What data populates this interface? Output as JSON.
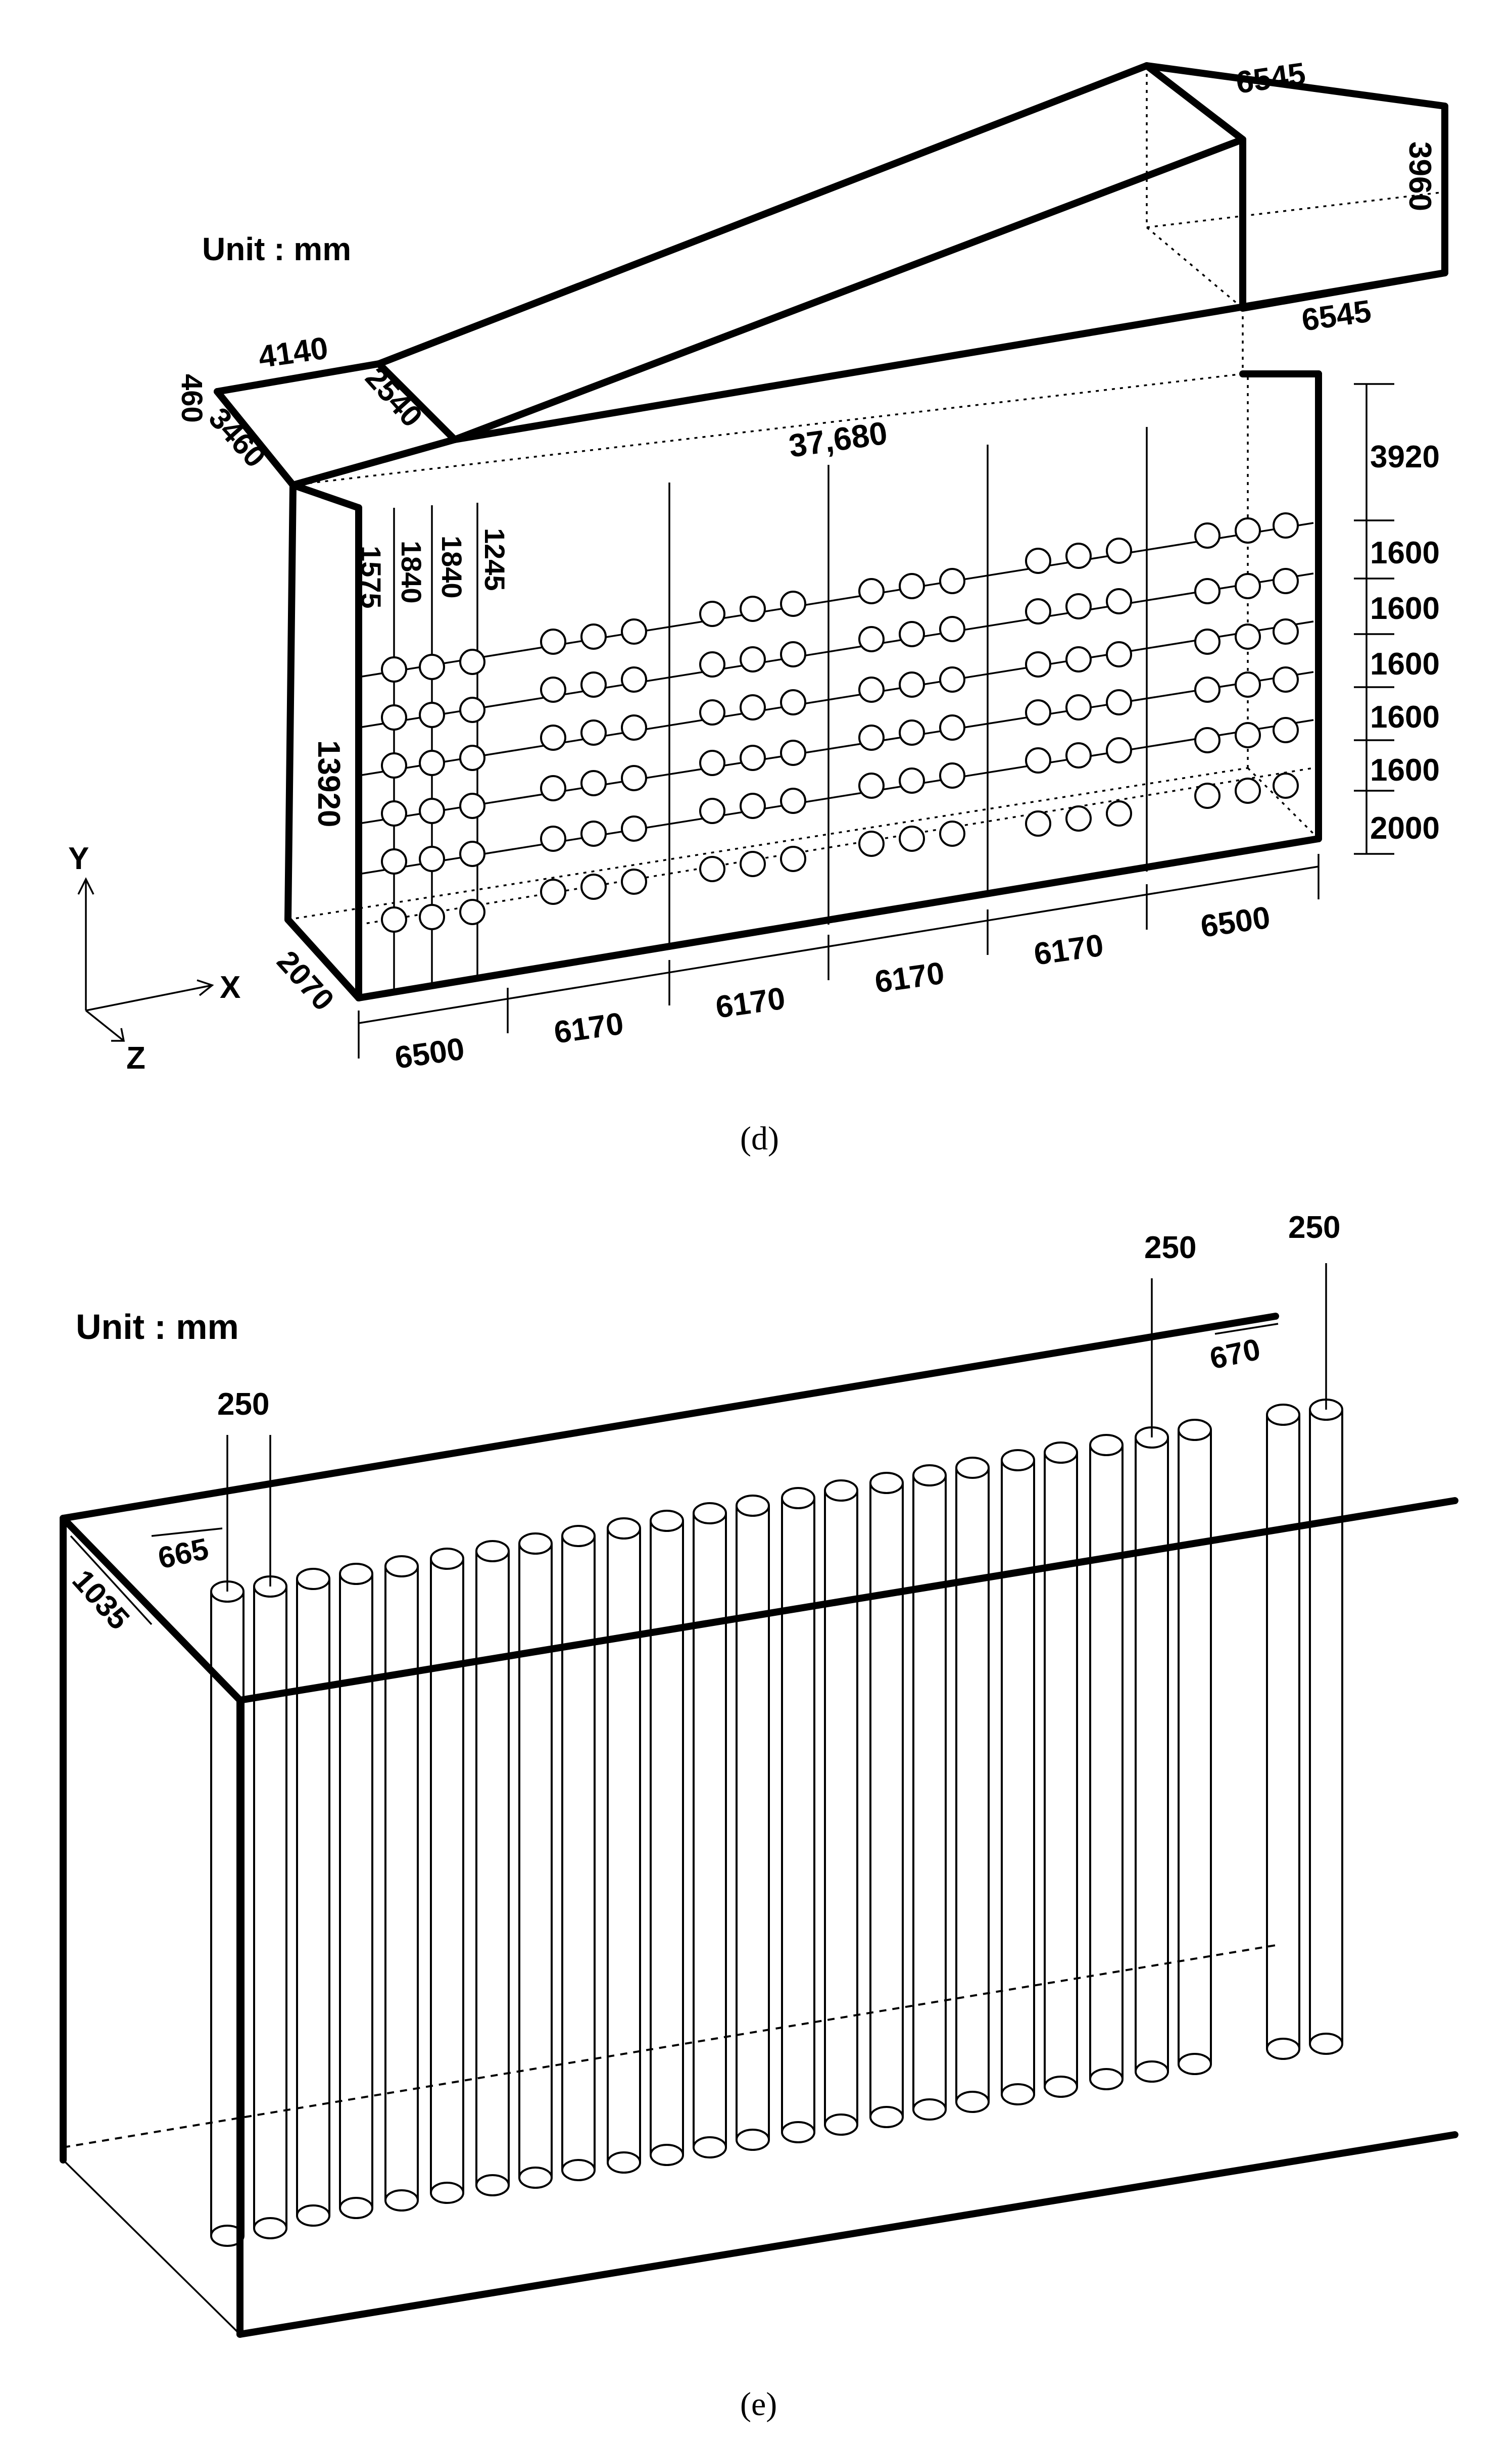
{
  "panel_d": {
    "unit_label": "Unit : mm",
    "caption": "(d)",
    "labels": {
      "duct_end_width": "6545",
      "duct_end_height": "3960",
      "duct_bottom_width": "6545",
      "duct_start_length": "4140",
      "duct_start_width": "2540",
      "top_left_460": "460",
      "top_left_3460": "3460",
      "overall_length": "37,680",
      "height_total": "13920",
      "depth": "2070",
      "left_1575": "1575",
      "left_1840a": "1840",
      "left_1840b": "1840",
      "left_1245": "1245",
      "right_3920": "3920",
      "right_1600a": "1600",
      "right_1600b": "1600",
      "right_1600c": "1600",
      "right_1600d": "1600",
      "right_1600e": "1600",
      "right_2000": "2000",
      "bottom_6500a": "6500",
      "bottom_6170a": "6170",
      "bottom_6170b": "6170",
      "bottom_6170c": "6170",
      "bottom_6170d": "6170",
      "bottom_6500b": "6500"
    },
    "axes": {
      "y": "Y",
      "x": "X",
      "z": "Z"
    }
  },
  "panel_e": {
    "unit_label": "Unit : mm",
    "caption": "(e)",
    "labels": {
      "spacing_250_left": "250",
      "spacing_665": "665",
      "depth_1035": "1035",
      "spacing_250_right_a": "250",
      "spacing_250_right_b": "250",
      "gap_670": "670"
    }
  }
}
